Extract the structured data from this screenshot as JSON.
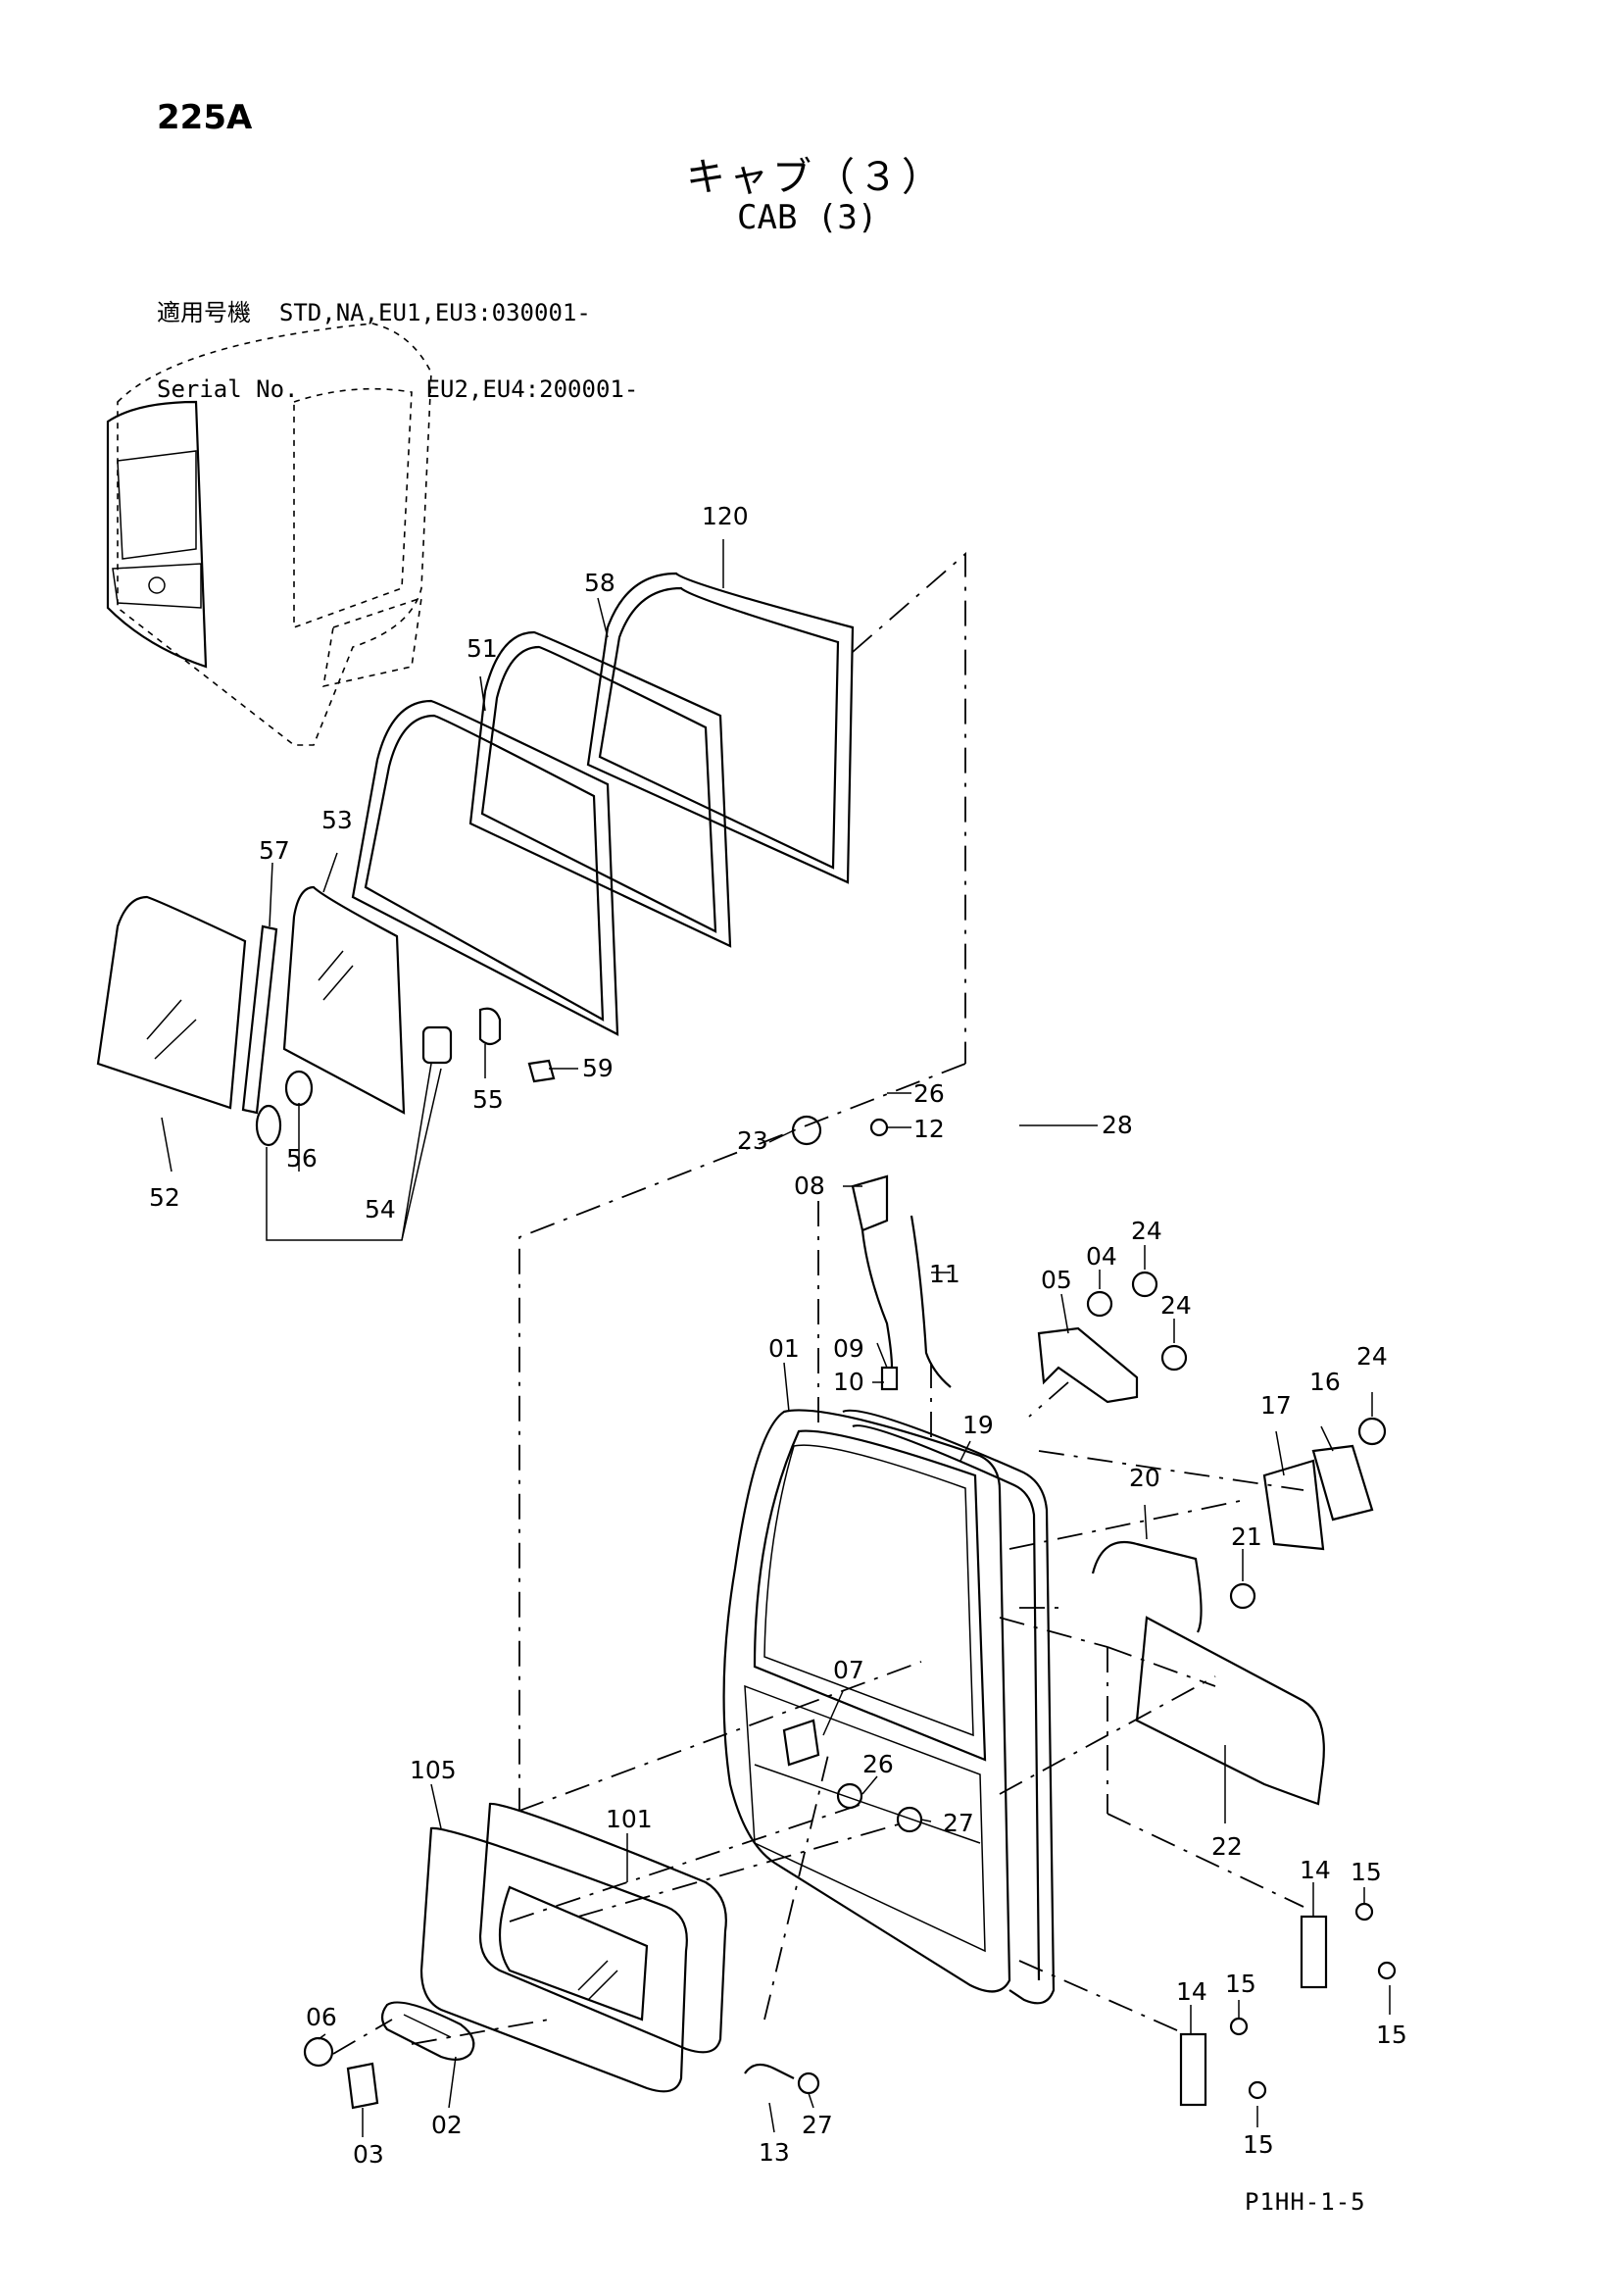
{
  "header": {
    "page_code": "225A",
    "title_jp": "キャブ（３）",
    "title_en": "CAB (3)",
    "serial_label_jp": "適用号機",
    "serial_label_en": "Serial No.",
    "serial_line_1": "STD,NA,EU1,EU3:030001-",
    "serial_line_2": "EU2,EU4:200001-"
  },
  "footer": {
    "code": "P1HH-1-5"
  },
  "callouts": {
    "c120": "120",
    "c58": "58",
    "c51": "51",
    "c53": "53",
    "c57": "57",
    "c52": "52",
    "c56": "56",
    "c54": "54",
    "c55": "55",
    "c59": "59",
    "c26a": "26",
    "c12": "12",
    "c23": "23",
    "c08": "08",
    "c28": "28",
    "c11": "11",
    "c24a": "24",
    "c04": "04",
    "c05": "05",
    "c24b": "24",
    "c09": "09",
    "c10": "10",
    "c01": "01",
    "c19": "19",
    "c24c": "24",
    "c16": "16",
    "c17": "17",
    "c20": "20",
    "c21": "21",
    "c07": "07",
    "c105": "105",
    "c101": "101",
    "c26b": "26",
    "c27a": "27",
    "c22": "22",
    "c15a": "15",
    "c14a": "14",
    "c15b": "15",
    "c06": "06",
    "c02": "02",
    "c03": "03",
    "c13": "13",
    "c27b": "27",
    "c14b": "14",
    "c15c": "15",
    "c15d": "15"
  }
}
